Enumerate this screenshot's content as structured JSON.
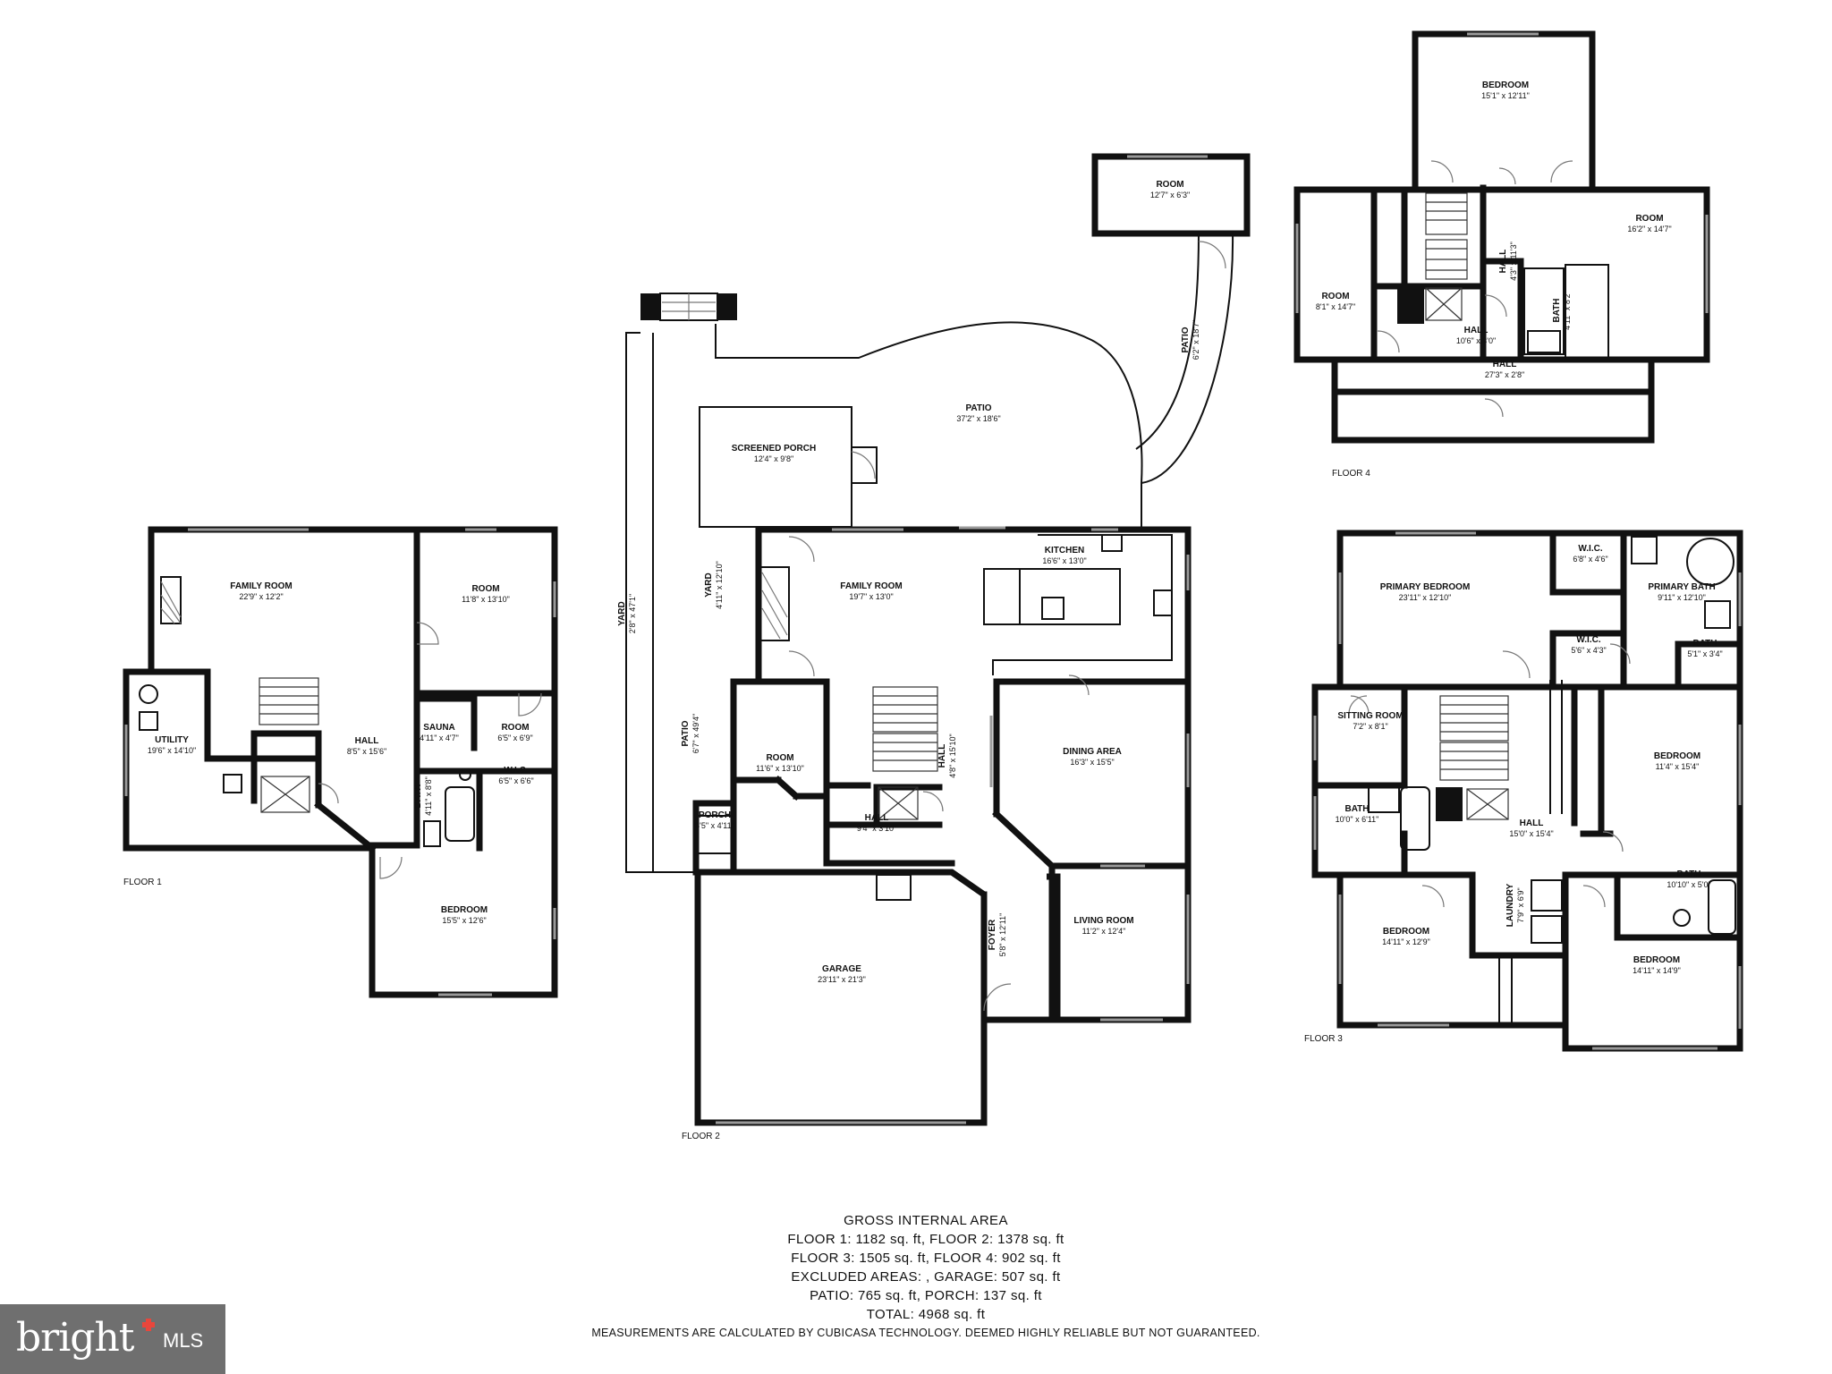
{
  "floors": {
    "floor1": {
      "label": "FLOOR 1",
      "rooms": [
        {
          "key": "family_room",
          "name": "FAMILY ROOM",
          "dims": "22'9\" x 12'2\""
        },
        {
          "key": "room",
          "name": "ROOM",
          "dims": "11'8\" x 13'10\""
        },
        {
          "key": "utility",
          "name": "UTILITY",
          "dims": "19'6\" x 14'10\""
        },
        {
          "key": "hall",
          "name": "HALL",
          "dims": "8'5\" x 15'6\""
        },
        {
          "key": "sauna",
          "name": "SAUNA",
          "dims": "4'11\" x 4'7\""
        },
        {
          "key": "room2",
          "name": "ROOM",
          "dims": "6'5\" x 6'9\""
        },
        {
          "key": "bath",
          "name": "BATH",
          "dims": "4'11\" x 8'8\""
        },
        {
          "key": "wic",
          "name": "W.I.C.",
          "dims": "6'5\" x 6'6\""
        },
        {
          "key": "bedroom",
          "name": "BEDROOM",
          "dims": "15'5\" x 12'6\""
        }
      ]
    },
    "floor2": {
      "label": "FLOOR 2",
      "rooms": [
        {
          "key": "room_top",
          "name": "ROOM",
          "dims": "12'7\" x 6'3\""
        },
        {
          "key": "patio_path",
          "name": "PATIO",
          "dims": "6'2\" x 18'7\""
        },
        {
          "key": "patio",
          "name": "PATIO",
          "dims": "37'2\" x 18'6\""
        },
        {
          "key": "screened_porch",
          "name": "SCREENED PORCH",
          "dims": "12'4\" x 9'8\""
        },
        {
          "key": "yard_long",
          "name": "YARD",
          "dims": "2'8\" x 47'1\""
        },
        {
          "key": "yard",
          "name": "YARD",
          "dims": "4'11\" x 12'10\""
        },
        {
          "key": "family_room",
          "name": "FAMILY ROOM",
          "dims": "19'7\" x 13'0\""
        },
        {
          "key": "kitchen",
          "name": "KITCHEN",
          "dims": "16'6\" x 13'0\""
        },
        {
          "key": "patio_side",
          "name": "PATIO",
          "dims": "6'7\" x 49'4\""
        },
        {
          "key": "room",
          "name": "ROOM",
          "dims": "11'6\" x 13'10\""
        },
        {
          "key": "hall_v",
          "name": "HALL",
          "dims": "4'8\" x 15'10\""
        },
        {
          "key": "dining",
          "name": "DINING AREA",
          "dims": "16'3\" x 15'5\""
        },
        {
          "key": "porch",
          "name": "PORCH",
          "dims": "8'5\" x 4'11\""
        },
        {
          "key": "hall",
          "name": "HALL",
          "dims": "9'4\" x 3'10\""
        },
        {
          "key": "foyer",
          "name": "FOYER",
          "dims": "5'8\" x 12'11\""
        },
        {
          "key": "living",
          "name": "LIVING ROOM",
          "dims": "11'2\" x 12'4\""
        },
        {
          "key": "garage",
          "name": "GARAGE",
          "dims": "23'11\" x 21'3\""
        }
      ]
    },
    "floor3": {
      "label": "FLOOR 3",
      "rooms": [
        {
          "key": "primary_bedroom",
          "name": "PRIMARY BEDROOM",
          "dims": "23'11\" x 12'10\""
        },
        {
          "key": "wic1",
          "name": "W.I.C.",
          "dims": "6'8\" x 4'6\""
        },
        {
          "key": "primary_bath",
          "name": "PRIMARY BATH",
          "dims": "9'11\" x 12'10\""
        },
        {
          "key": "wic2",
          "name": "W.I.C.",
          "dims": "5'6\" x 4'3\""
        },
        {
          "key": "bath_small",
          "name": "BATH",
          "dims": "5'1\" x 3'4\""
        },
        {
          "key": "sitting",
          "name": "SITTING ROOM",
          "dims": "7'2\" x 8'1\""
        },
        {
          "key": "bedroom_r",
          "name": "BEDROOM",
          "dims": "11'4\" x 15'4\""
        },
        {
          "key": "bath_l",
          "name": "BATH",
          "dims": "10'0\" x 6'11\""
        },
        {
          "key": "hall",
          "name": "HALL",
          "dims": "15'0\" x 15'4\""
        },
        {
          "key": "bath_r",
          "name": "BATH",
          "dims": "10'10\" x 5'0\""
        },
        {
          "key": "laundry",
          "name": "LAUNDRY",
          "dims": "7'9\" x 6'9\""
        },
        {
          "key": "bedroom_bl",
          "name": "BEDROOM",
          "dims": "14'11\" x 12'9\""
        },
        {
          "key": "bedroom_br",
          "name": "BEDROOM",
          "dims": "14'11\" x 14'9\""
        }
      ]
    },
    "floor4": {
      "label": "FLOOR 4",
      "rooms": [
        {
          "key": "bedroom",
          "name": "BEDROOM",
          "dims": "15'1\" x 12'11\""
        },
        {
          "key": "room_r",
          "name": "ROOM",
          "dims": "16'2\" x 14'7\""
        },
        {
          "key": "hall_v",
          "name": "HALL",
          "dims": "4'3\" x 11'3\""
        },
        {
          "key": "bath",
          "name": "BATH",
          "dims": "4'11\" x 8'2\""
        },
        {
          "key": "room_l",
          "name": "ROOM",
          "dims": "8'1\" x 14'7\""
        },
        {
          "key": "hall_s",
          "name": "HALL",
          "dims": "10'6\" x 3'0\""
        },
        {
          "key": "hall_long",
          "name": "HALL",
          "dims": "27'3\" x 2'8\""
        }
      ]
    }
  },
  "summary": {
    "heading": "GROSS INTERNAL AREA",
    "line1": "FLOOR 1: 1182 sq. ft, FLOOR 2: 1378 sq. ft",
    "line2": "FLOOR 3: 1505 sq. ft, FLOOR 4: 902 sq. ft",
    "line3": "EXCLUDED AREAS: , GARAGE: 507 sq. ft",
    "line4": "PATIO: 765 sq. ft, PORCH: 137 sq. ft",
    "line5": "TOTAL: 4968 sq. ft",
    "disclaimer": "MEASUREMENTS ARE CALCULATED BY CUBICASA TECHNOLOGY. DEEMED HIGHLY RELIABLE BUT NOT GUARANTEED."
  },
  "logo": {
    "brand": "bright",
    "suffix": "MLS",
    "accent": "#e8463c"
  }
}
